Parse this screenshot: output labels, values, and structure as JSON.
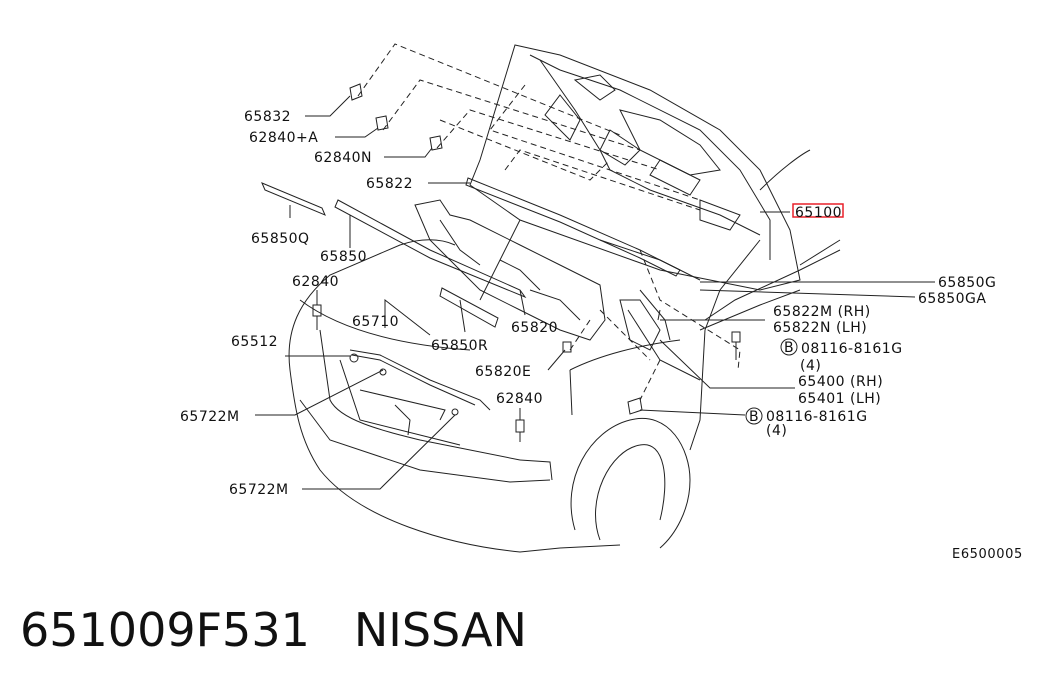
{
  "diagram": {
    "labels": {
      "l65832": "65832",
      "l62840A": "62840+A",
      "l62840N": "62840N",
      "l65822": "65822",
      "l65100": "65100",
      "l65850Q": "65850Q",
      "l65850": "65850",
      "l62840a": "62840",
      "l65710": "65710",
      "l65512": "65512",
      "l65850R": "65850R",
      "l65820": "65820",
      "l65820E": "65820E",
      "l62840b": "62840",
      "l65722Ma": "65722M",
      "l65722Mb": "65722M",
      "l65850G": "65850G",
      "l65850GA": "65850GA",
      "l65822M": "65822M (RH)",
      "l65822N": "65822N (LH)",
      "l08116a": "08116-8161G",
      "l4a": "(4)",
      "l65400": "65400 (RH)",
      "l65401": "65401 (LH)",
      "l08116b": "08116-8161G",
      "l4b": "(4)",
      "code": "E6500005",
      "bolt_mark": "B"
    },
    "highlight_color": "#e8202a"
  },
  "footer": {
    "part_number": "651009F531",
    "brand": "NISSAN"
  }
}
